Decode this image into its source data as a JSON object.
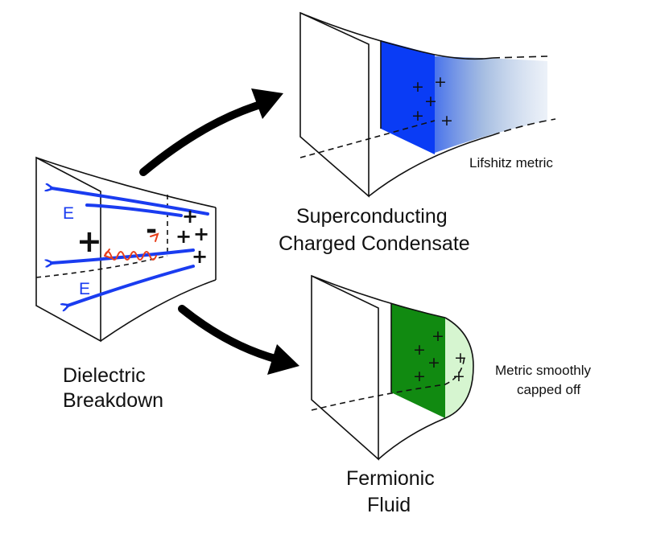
{
  "panels": {
    "breakdown": {
      "label_line1": "Dielectric",
      "label_line2": "Breakdown",
      "field_label_top": "E",
      "field_label_bottom": "E",
      "plus_sign": "+",
      "minus_sign": "-",
      "field_color": "#1a3cf0",
      "photon_color": "#e8401c"
    },
    "superconducting": {
      "label_line1": "Superconducting",
      "label_line2": "Charged Condensate",
      "note": "Lifshitz metric",
      "plus_sign": "+",
      "slab_color": "#0a3cf5"
    },
    "fermionic": {
      "label_line1": "Fermionic",
      "label_line2": "Fluid",
      "note_line1": "Metric smoothly",
      "note_line2": "capped off",
      "plus_sign": "+",
      "slab_color": "#118a11",
      "cap_color": "#d6f5d0"
    }
  },
  "arrows": [
    {
      "from": "breakdown",
      "to": "superconducting"
    },
    {
      "from": "breakdown",
      "to": "fermionic"
    }
  ]
}
